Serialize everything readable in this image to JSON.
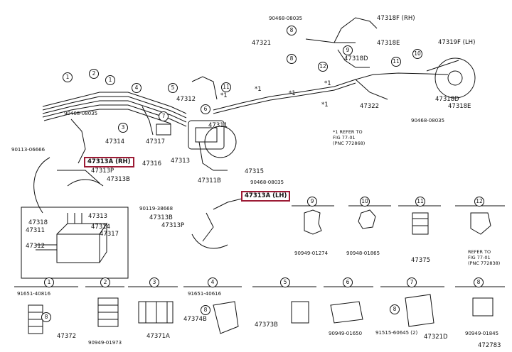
{
  "callouts_upper": [
    {
      "id": "c1",
      "num": "1"
    },
    {
      "id": "c2",
      "num": "2"
    },
    {
      "id": "c3",
      "num": "3"
    },
    {
      "id": "c4",
      "num": "4"
    },
    {
      "id": "c5",
      "num": "5"
    },
    {
      "id": "c6",
      "num": "6"
    },
    {
      "id": "c7",
      "num": "7"
    },
    {
      "id": "c8a",
      "num": "8"
    },
    {
      "id": "c8b",
      "num": "8"
    },
    {
      "id": "c9",
      "num": "9"
    },
    {
      "id": "c10",
      "num": "10"
    },
    {
      "id": "c11",
      "num": "11"
    },
    {
      "id": "c12",
      "num": "12"
    }
  ],
  "labels": [
    {
      "id": "l1",
      "text": "90468-08035"
    },
    {
      "id": "l2",
      "text": "47318F (RH)"
    },
    {
      "id": "l3",
      "text": "47321"
    },
    {
      "id": "l4",
      "text": "47318E"
    },
    {
      "id": "l5",
      "text": "47318D"
    },
    {
      "id": "l6",
      "text": "47319F (LH)"
    },
    {
      "id": "l7",
      "text": "47312"
    },
    {
      "id": "l8",
      "text": "*1"
    },
    {
      "id": "l9",
      "text": "*1"
    },
    {
      "id": "l10",
      "text": "*1"
    },
    {
      "id": "l11",
      "text": "*1"
    },
    {
      "id": "l12",
      "text": "*1"
    },
    {
      "id": "l13",
      "text": "47322"
    },
    {
      "id": "l14",
      "text": "47318D"
    },
    {
      "id": "l15",
      "text": "47318E"
    },
    {
      "id": "l16",
      "text": "90468-08035"
    },
    {
      "id": "l17",
      "text": "90468-08035"
    },
    {
      "id": "l18",
      "text": "47311"
    },
    {
      "id": "l19",
      "text": "47314"
    },
    {
      "id": "l20",
      "text": "47317"
    },
    {
      "id": "l21",
      "text": "47316"
    },
    {
      "id": "l22",
      "text": "47313"
    },
    {
      "id": "l23",
      "text": "90113-06666"
    },
    {
      "id": "l24",
      "text": "47313P"
    },
    {
      "id": "l25",
      "text": "47313B"
    },
    {
      "id": "l26",
      "text": "47311B"
    },
    {
      "id": "l27",
      "text": "47315"
    },
    {
      "id": "l28",
      "text": "90468-08035"
    },
    {
      "id": "l29",
      "text": "90119-38668"
    },
    {
      "id": "l30",
      "text": "47313B"
    },
    {
      "id": "l31",
      "text": "47313P"
    }
  ],
  "highlighted": {
    "rh": "47313A (RH)",
    "lh": "47313A (LH)"
  },
  "note": "*1 REFER TO\nFIG 77-01\n(PNC 772868)",
  "inset": [
    {
      "id": "i1",
      "text": "47313"
    },
    {
      "id": "i2",
      "text": "47318"
    },
    {
      "id": "i3",
      "text": "47311"
    },
    {
      "id": "i4",
      "text": "47314"
    },
    {
      "id": "i5",
      "text": "47317"
    },
    {
      "id": "i6",
      "text": "47312"
    }
  ],
  "detail_row1": [
    {
      "num": "9",
      "part": "90949-01274"
    },
    {
      "num": "10",
      "part": "90948-01865"
    },
    {
      "num": "11",
      "part": "47375"
    },
    {
      "num": "12",
      "part": "REFER TO\nFIG 77-01\n(PNC 772838)"
    }
  ],
  "detail_row2": [
    {
      "num": "1",
      "part_top": "91651-40816",
      "callout": "8",
      "part_bottom": "47372"
    },
    {
      "num": "2",
      "part_top": "",
      "callout": "",
      "part_bottom": "90949-01973"
    },
    {
      "num": "3",
      "part_top": "",
      "callout": "",
      "part_bottom": "47371A"
    },
    {
      "num": "4",
      "part_top": "91651-40616",
      "callout": "8",
      "part_bottom": "47374B"
    },
    {
      "num": "5",
      "part_top": "",
      "callout": "",
      "part_bottom": "47373B"
    },
    {
      "num": "6",
      "part_top": "",
      "callout": "",
      "part_bottom": "90949-01650"
    },
    {
      "num": "7",
      "part_top": "91515-60645 (2)",
      "callout": "8",
      "part_bottom": "47321D"
    },
    {
      "num": "8",
      "part_top": "",
      "callout": "",
      "part_bottom": "90949-01845"
    }
  ],
  "diagram_number": "472783"
}
